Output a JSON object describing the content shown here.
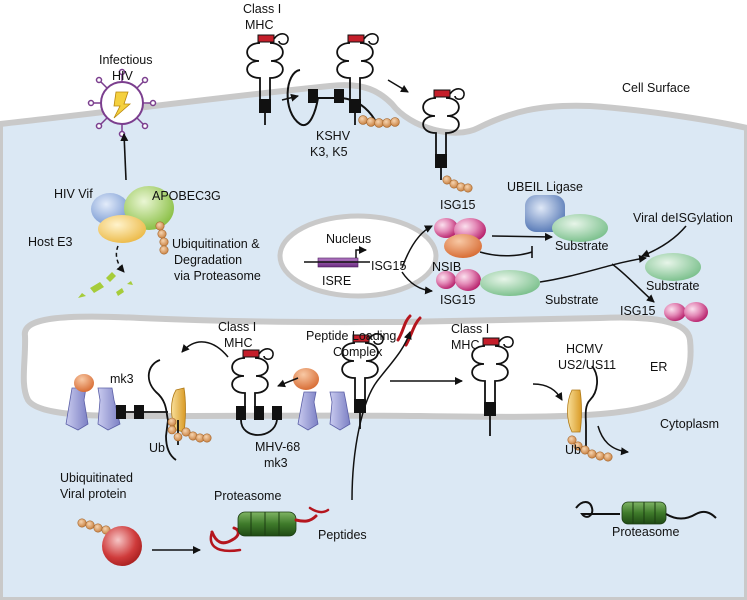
{
  "labels": {
    "class1_mhc_top": [
      "Class I",
      "MHC"
    ],
    "infectious_hiv": [
      "Infectious",
      "HIV"
    ],
    "cell_surface": "Cell Surface",
    "kshv": [
      "KSHV",
      "K3, K5"
    ],
    "hiv_vif": "HIV Vif",
    "apobec3g": "APOBEC3G",
    "host_e3": "Host E3",
    "ubiquitination": [
      "Ubiquitination &",
      "Degradation",
      "via Proteasome"
    ],
    "ubeil_ligase": "UBEIL Ligase",
    "isg15_top": "ISG15",
    "nucleus": "Nucleus",
    "isg15_gene": "ISG15",
    "isre": "ISRE",
    "nsib": "NSIB",
    "substrate_top": "Substrate",
    "viral_deisgylation": "Viral deISGylation",
    "substrate_right": "Substrate",
    "isg15_lower": "ISG15",
    "substrate_lower": "Substrate",
    "isg15_right": "ISG15",
    "class1_mhc_left": [
      "Class I",
      "MHC"
    ],
    "peptide_loading": [
      "Peptide Loading",
      "Complex"
    ],
    "class1_mhc_er": [
      "Class I",
      "MHC"
    ],
    "hcmv": [
      "HCMV",
      "US2/US11"
    ],
    "er": "ER",
    "mk3": "mk3",
    "ub_left": "Ub",
    "mhv68": [
      "MHV-68",
      "mk3"
    ],
    "cytoplasm": "Cytoplasm",
    "ub_right": "Ub",
    "ubiquitinated_viral_protein": [
      "Ubiquitinated",
      "Viral protein"
    ],
    "proteasome_center": "Proteasome",
    "peptides": "Peptides",
    "proteasome_right": "Proteasome"
  },
  "colors": {
    "cell": "#dbe8f4",
    "er_lumen": "#ffffff",
    "membrane": "#c9c9c9",
    "mhc_red": "#c41e2a",
    "tm_black": "#111111",
    "ubiquitin": "#e0a673",
    "isg15_pink": "#d81b76",
    "substrate_green": "#8dcc9a",
    "ligase_blue": "#6b8cc7",
    "vif_blue": "#7a9fd6",
    "apobec_green": "#8cc43e",
    "host_e3_orange": "#f3c24e",
    "nsib_orange": "#e07b3e",
    "proteasome_green": "#3e7a2a",
    "peptide_red": "#b5161e",
    "translocon_purple": "#8c8fd0",
    "channel_gold": "#e9b23f",
    "isre_purple": "#7b3e8e",
    "hiv_purple": "#7b3e8e",
    "debris_green": "#a6cc3a"
  }
}
